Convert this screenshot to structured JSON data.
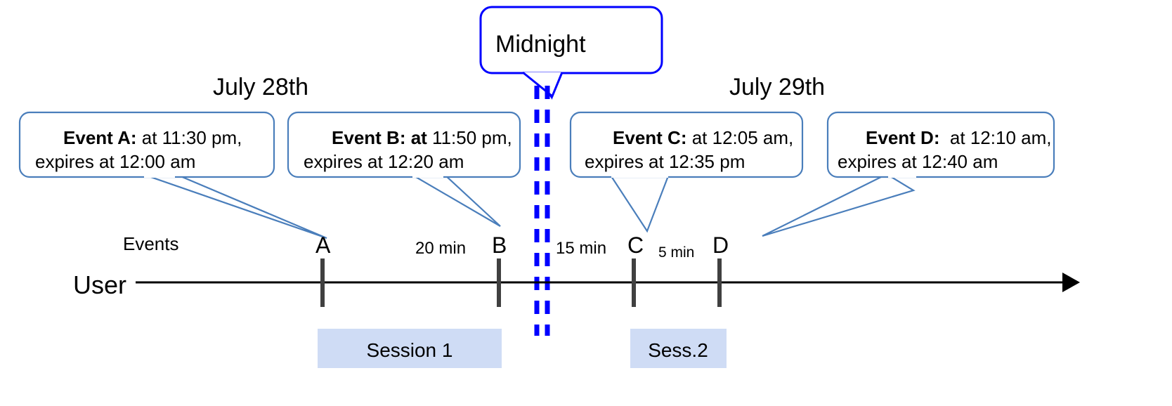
{
  "diagram": {
    "title_hidden": "Event expiry timeline across midnight",
    "colors": {
      "callout_border": "#4a7ebb",
      "midnight_border": "#0000ff",
      "session_fill": "#cfdcf5",
      "axis": "#000000",
      "tick": "#404040"
    },
    "midnight_label": "Midnight",
    "dates": {
      "left": "July 28th",
      "right": "July 29th"
    },
    "row_labels": {
      "events": "Events",
      "user": "User"
    },
    "callouts": [
      {
        "id": "event-a",
        "bold": "Event A:",
        "line1_rest": " at 11:30 pm,",
        "line2": "expires at 12:00 am"
      },
      {
        "id": "event-b",
        "bold": "Event B: at",
        "line1_rest": " 11:50 pm,",
        "line2": "expires at 12:20 am"
      },
      {
        "id": "event-c",
        "bold": "Event C:",
        "line1_rest": " at 12:05 am,",
        "line2": "expires at 12:35 pm"
      },
      {
        "id": "event-d",
        "bold": "Event D:",
        "line1_rest": "  at 12:10 am,",
        "line2": "expires at 12:40 am"
      }
    ],
    "event_markers": [
      {
        "id": "marker-a",
        "label": "A"
      },
      {
        "id": "marker-b",
        "label": "B"
      },
      {
        "id": "marker-c",
        "label": "C"
      },
      {
        "id": "marker-d",
        "label": "D"
      }
    ],
    "gaps": [
      {
        "id": "gap-ab",
        "label": "20 min"
      },
      {
        "id": "gap-bc",
        "label": "15 min"
      },
      {
        "id": "gap-cd",
        "label": "5 min"
      }
    ],
    "sessions": [
      {
        "id": "session-1",
        "label": "Session 1"
      },
      {
        "id": "session-2",
        "label": "Sess.2"
      }
    ]
  }
}
